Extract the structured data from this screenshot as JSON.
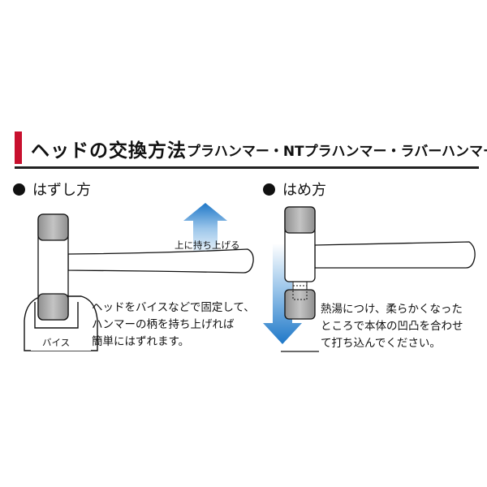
{
  "header": {
    "title": "ヘッドの交換方法",
    "subtitle": "プラハンマー・NTプラハンマー・ラバーハンマー",
    "accent_color": "#c8102e"
  },
  "removal": {
    "heading": "はずし方",
    "arrow_label": "上に持ち上げる",
    "vise_label": "バイス",
    "caption_lines": [
      "ヘッドをバイスなどで固定して、",
      "ハンマーの柄を持ち上げれば",
      "簡単にはずれます。"
    ]
  },
  "fitting": {
    "heading": "はめ方",
    "caption_lines": [
      "熱湯につけ、柔らかくなった",
      "ところで本体の凹凸を合わせ",
      "て打ち込んでください。"
    ]
  },
  "icons": {
    "up_arrow": "up-arrow-icon",
    "down_arrow": "down-arrow-icon",
    "bullet": "bullet-icon"
  },
  "colors": {
    "arrow_blue": "#1f78c8",
    "arrow_light": "#e6f0fa",
    "head_gray": "#a6a6a6"
  }
}
